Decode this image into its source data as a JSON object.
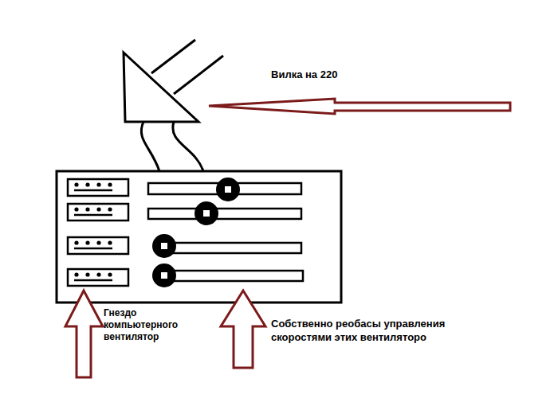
{
  "diagram": {
    "labels": [
      "Вилка на 220",
      "Гнездо компьютерного вентилятор",
      "Собственно реобасы управления скоростями этих вентиляторо"
    ]
  }
}
